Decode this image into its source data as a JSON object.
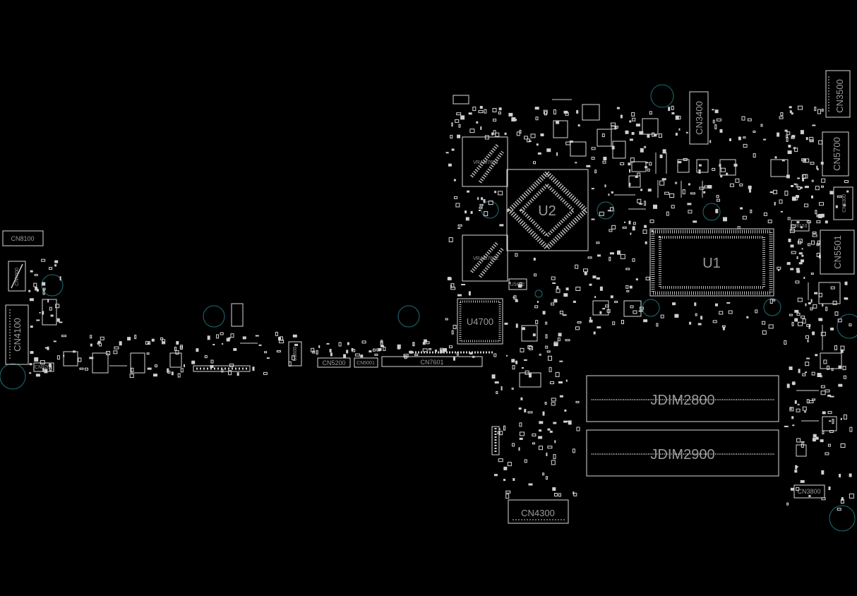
{
  "components": {
    "u1": "U1",
    "u2": "U2",
    "u4700": "U4700",
    "vram_top": "VRAM7801",
    "vram_bottom": "VRAM7802",
    "jdim2800": "JDIM2800",
    "jdim2900": "JDIM2900",
    "cn4300": "CN4300",
    "cn3400": "CN3400",
    "cn3500": "CN3500",
    "cn5700": "CN5700",
    "cn5501": "CN5501",
    "cn5300": "CN5300",
    "cn3800": "CN3800",
    "cn8100": "CN8100",
    "cn4100": "CN4100",
    "cn7600": "CN7600",
    "cn7601": "CN7601",
    "cn5200": "CN5200",
    "cn5201": "CN5201",
    "cn5001": "CN5001",
    "u5600": "U5600",
    "u5602": "U5602",
    "u8103": "U8103"
  },
  "colors": {
    "background": "#000000",
    "outline": "#d8d8d8",
    "label": "#9a9a9a",
    "mounting_hole": "#1f6f78"
  }
}
